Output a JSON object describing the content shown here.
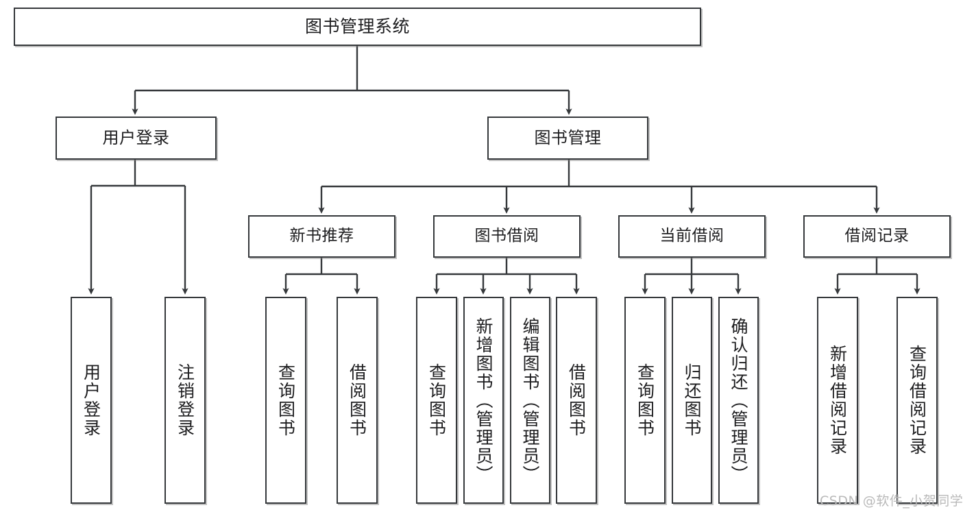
{
  "diagram": {
    "title": "图书管理系统",
    "type": "functional-structure-tree",
    "root": {
      "label": "图书管理系统"
    },
    "level1": [
      {
        "label": "用户登录"
      },
      {
        "label": "图书管理"
      }
    ],
    "level2": [
      {
        "label": "新书推荐"
      },
      {
        "label": "图书借阅"
      },
      {
        "label": "当前借阅"
      },
      {
        "label": "借阅记录"
      }
    ],
    "leaves": {
      "user_login": [
        {
          "label": "用户登录"
        },
        {
          "label": "注销登录"
        }
      ],
      "new_book_recommend": [
        {
          "label": "查询图书"
        },
        {
          "label": "借阅图书"
        }
      ],
      "book_borrow": [
        {
          "label": "查询图书"
        },
        {
          "label": "新增图书（管理员）"
        },
        {
          "label": "编辑图书（管理员）"
        },
        {
          "label": "借阅图书"
        }
      ],
      "current_borrow": [
        {
          "label": "查询图书"
        },
        {
          "label": "归还图书"
        },
        {
          "label": "确认归还（管理员）"
        }
      ],
      "borrow_record": [
        {
          "label": "新增借阅记录"
        },
        {
          "label": "查询借阅记录"
        }
      ]
    },
    "watermark": "CSDN @软件_小贺同学",
    "colors": {
      "stroke": "#35383b",
      "box_fill": "#ffffff",
      "text": "#1d1d1f",
      "watermark": "#b9b9b9"
    }
  }
}
